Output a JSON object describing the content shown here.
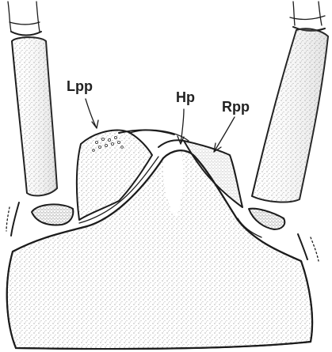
{
  "labels": {
    "left": "Lpp",
    "center": "Hp",
    "right": "Rpp"
  },
  "colors": {
    "ink": "#1c1c1c",
    "background": "#ffffff",
    "rpp_fill": "#cfcfcf"
  }
}
